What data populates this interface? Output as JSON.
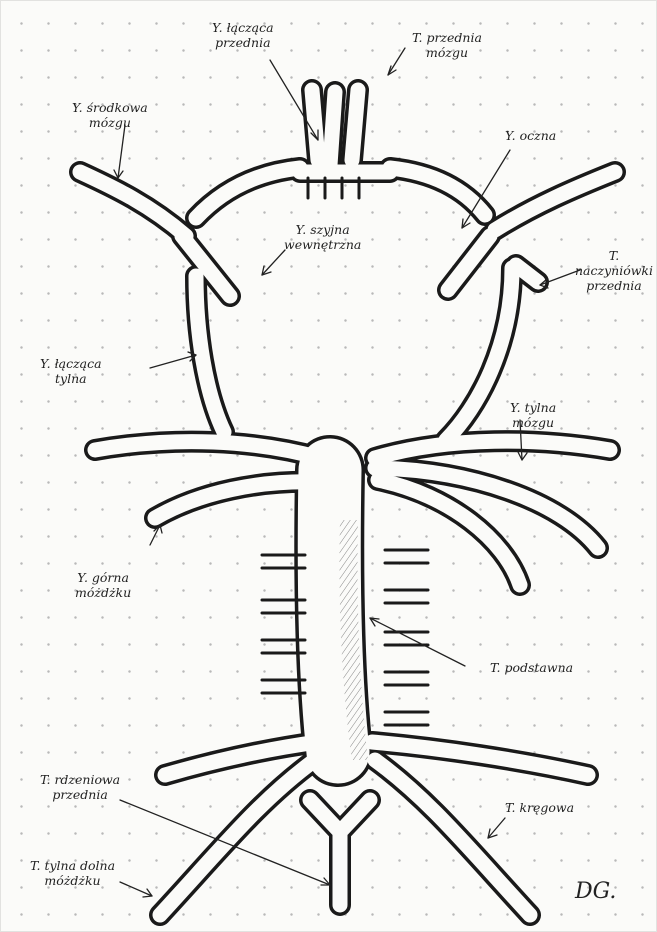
{
  "labels": {
    "anterior_communicating": [
      "Y. łącząca",
      "przednia"
    ],
    "anterior_cerebral": [
      "T. przednia",
      "mózgu"
    ],
    "middle_cerebral": [
      "Y. środkowa",
      "mózgu"
    ],
    "ophthalmic": "Y. oczna",
    "internal_carotid": [
      "Y. szyjna",
      "wewnętrzna"
    ],
    "anterior_choroidal": [
      "T.",
      "naczyniówki",
      "przednia"
    ],
    "posterior_communicating": [
      "Y. łącząca",
      "tylna"
    ],
    "posterior_cerebral": [
      "Y. tylna",
      "mózgu"
    ],
    "superior_cerebellar": [
      "Y. górna",
      "móżdżku"
    ],
    "basilar": "T. podstawna",
    "anterior_spinal": [
      "T. rdzeniowa",
      "przednia"
    ],
    "vertebral": "T. kręgowa",
    "posterior_inferior_cerebellar": [
      "T. tylna dolna",
      "móżdżku"
    ]
  },
  "signature": "DG."
}
